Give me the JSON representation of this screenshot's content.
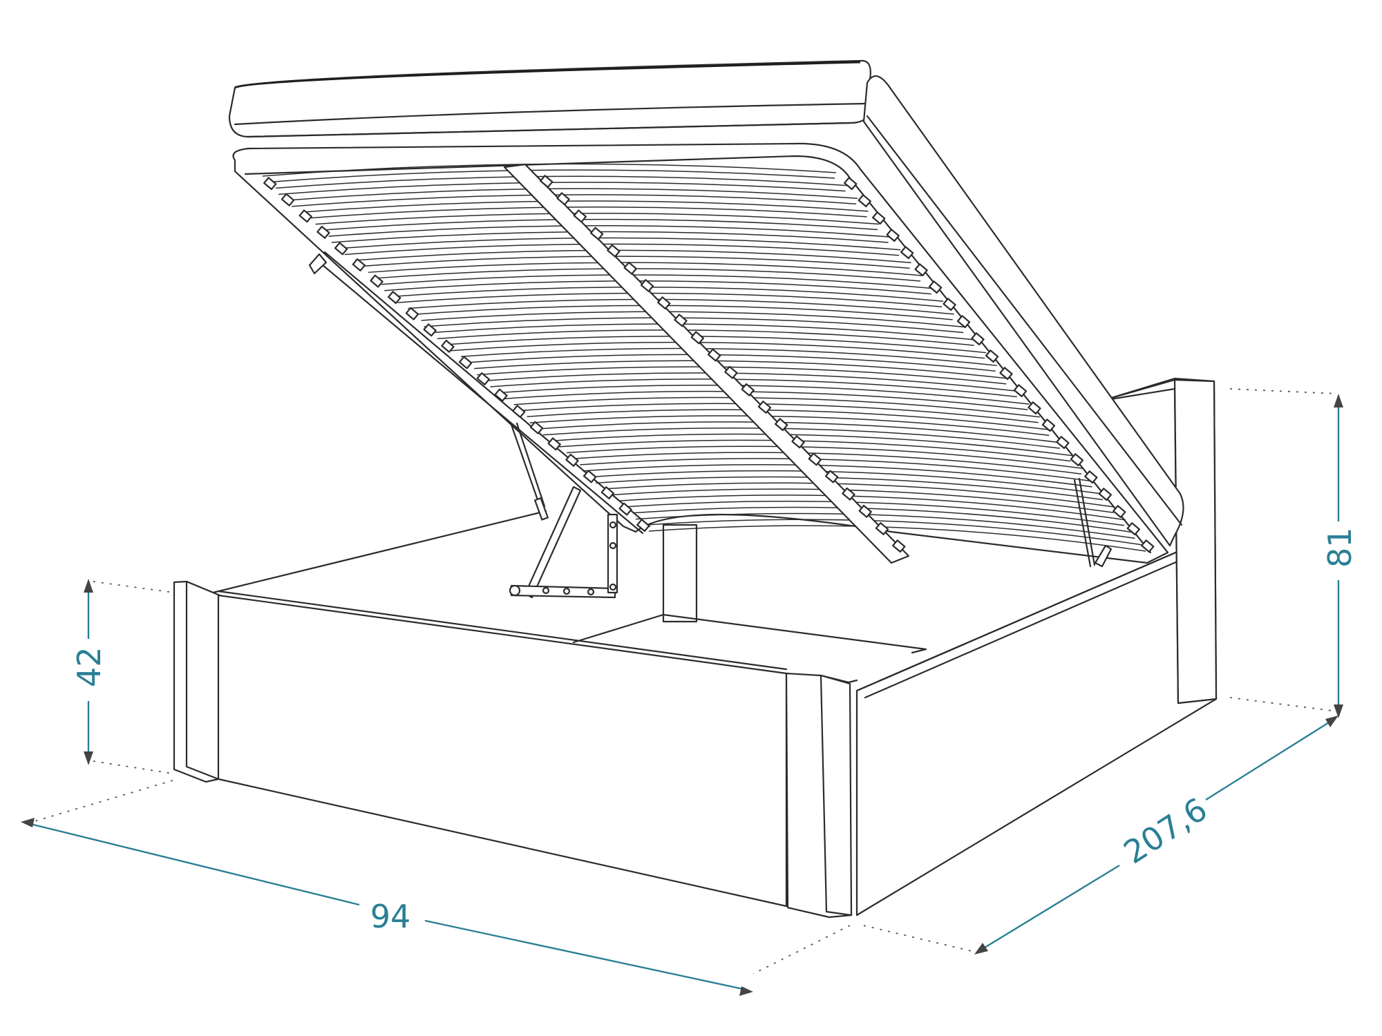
{
  "diagram": {
    "dimensions": {
      "width": "94",
      "length": "207,6",
      "side_height": "42",
      "headboard_height": "81"
    },
    "colors": {
      "dimension": "#2a7f95",
      "line": "#2b2b2b",
      "background": "#ffffff"
    }
  }
}
